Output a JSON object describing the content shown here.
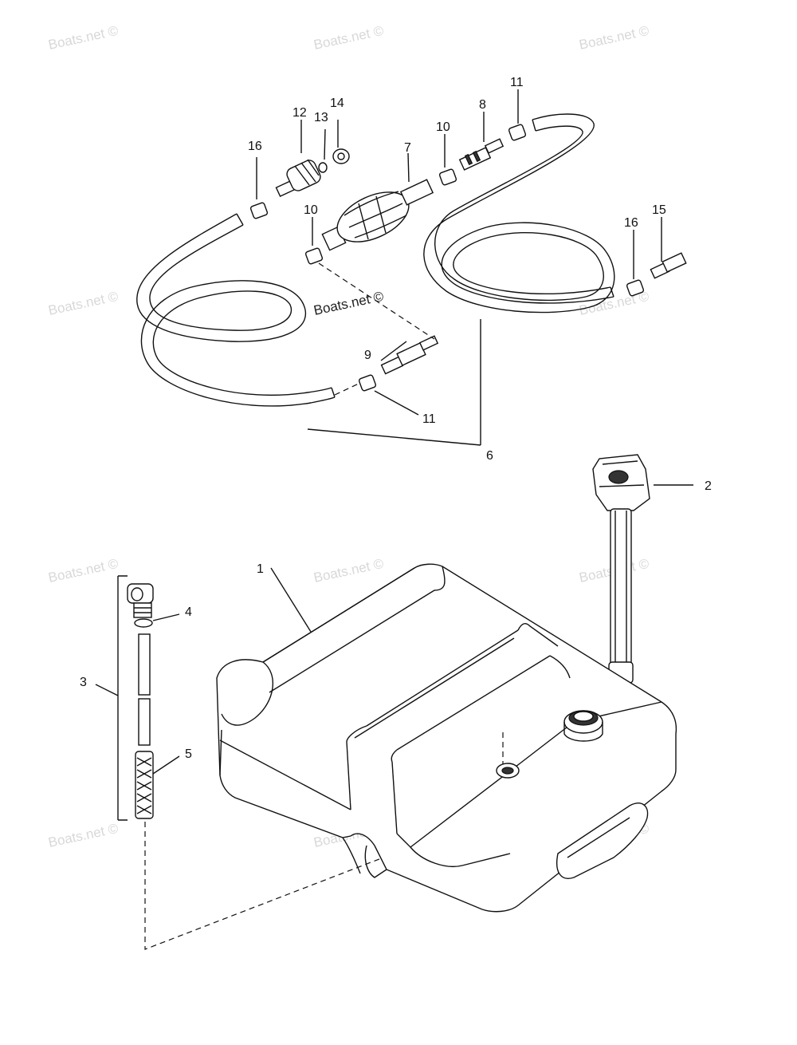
{
  "watermark": "Boats.net ©",
  "labels": {
    "l1": "1",
    "l2": "2",
    "l3": "3",
    "l4": "4",
    "l5": "5",
    "l6": "6",
    "l7": "7",
    "l8": "8",
    "l9": "9",
    "l10a": "10",
    "l10b": "10",
    "l11a": "11",
    "l11b": "11",
    "l12": "12",
    "l13": "13",
    "l14": "14",
    "l15": "15",
    "l16a": "16",
    "l16b": "16"
  }
}
